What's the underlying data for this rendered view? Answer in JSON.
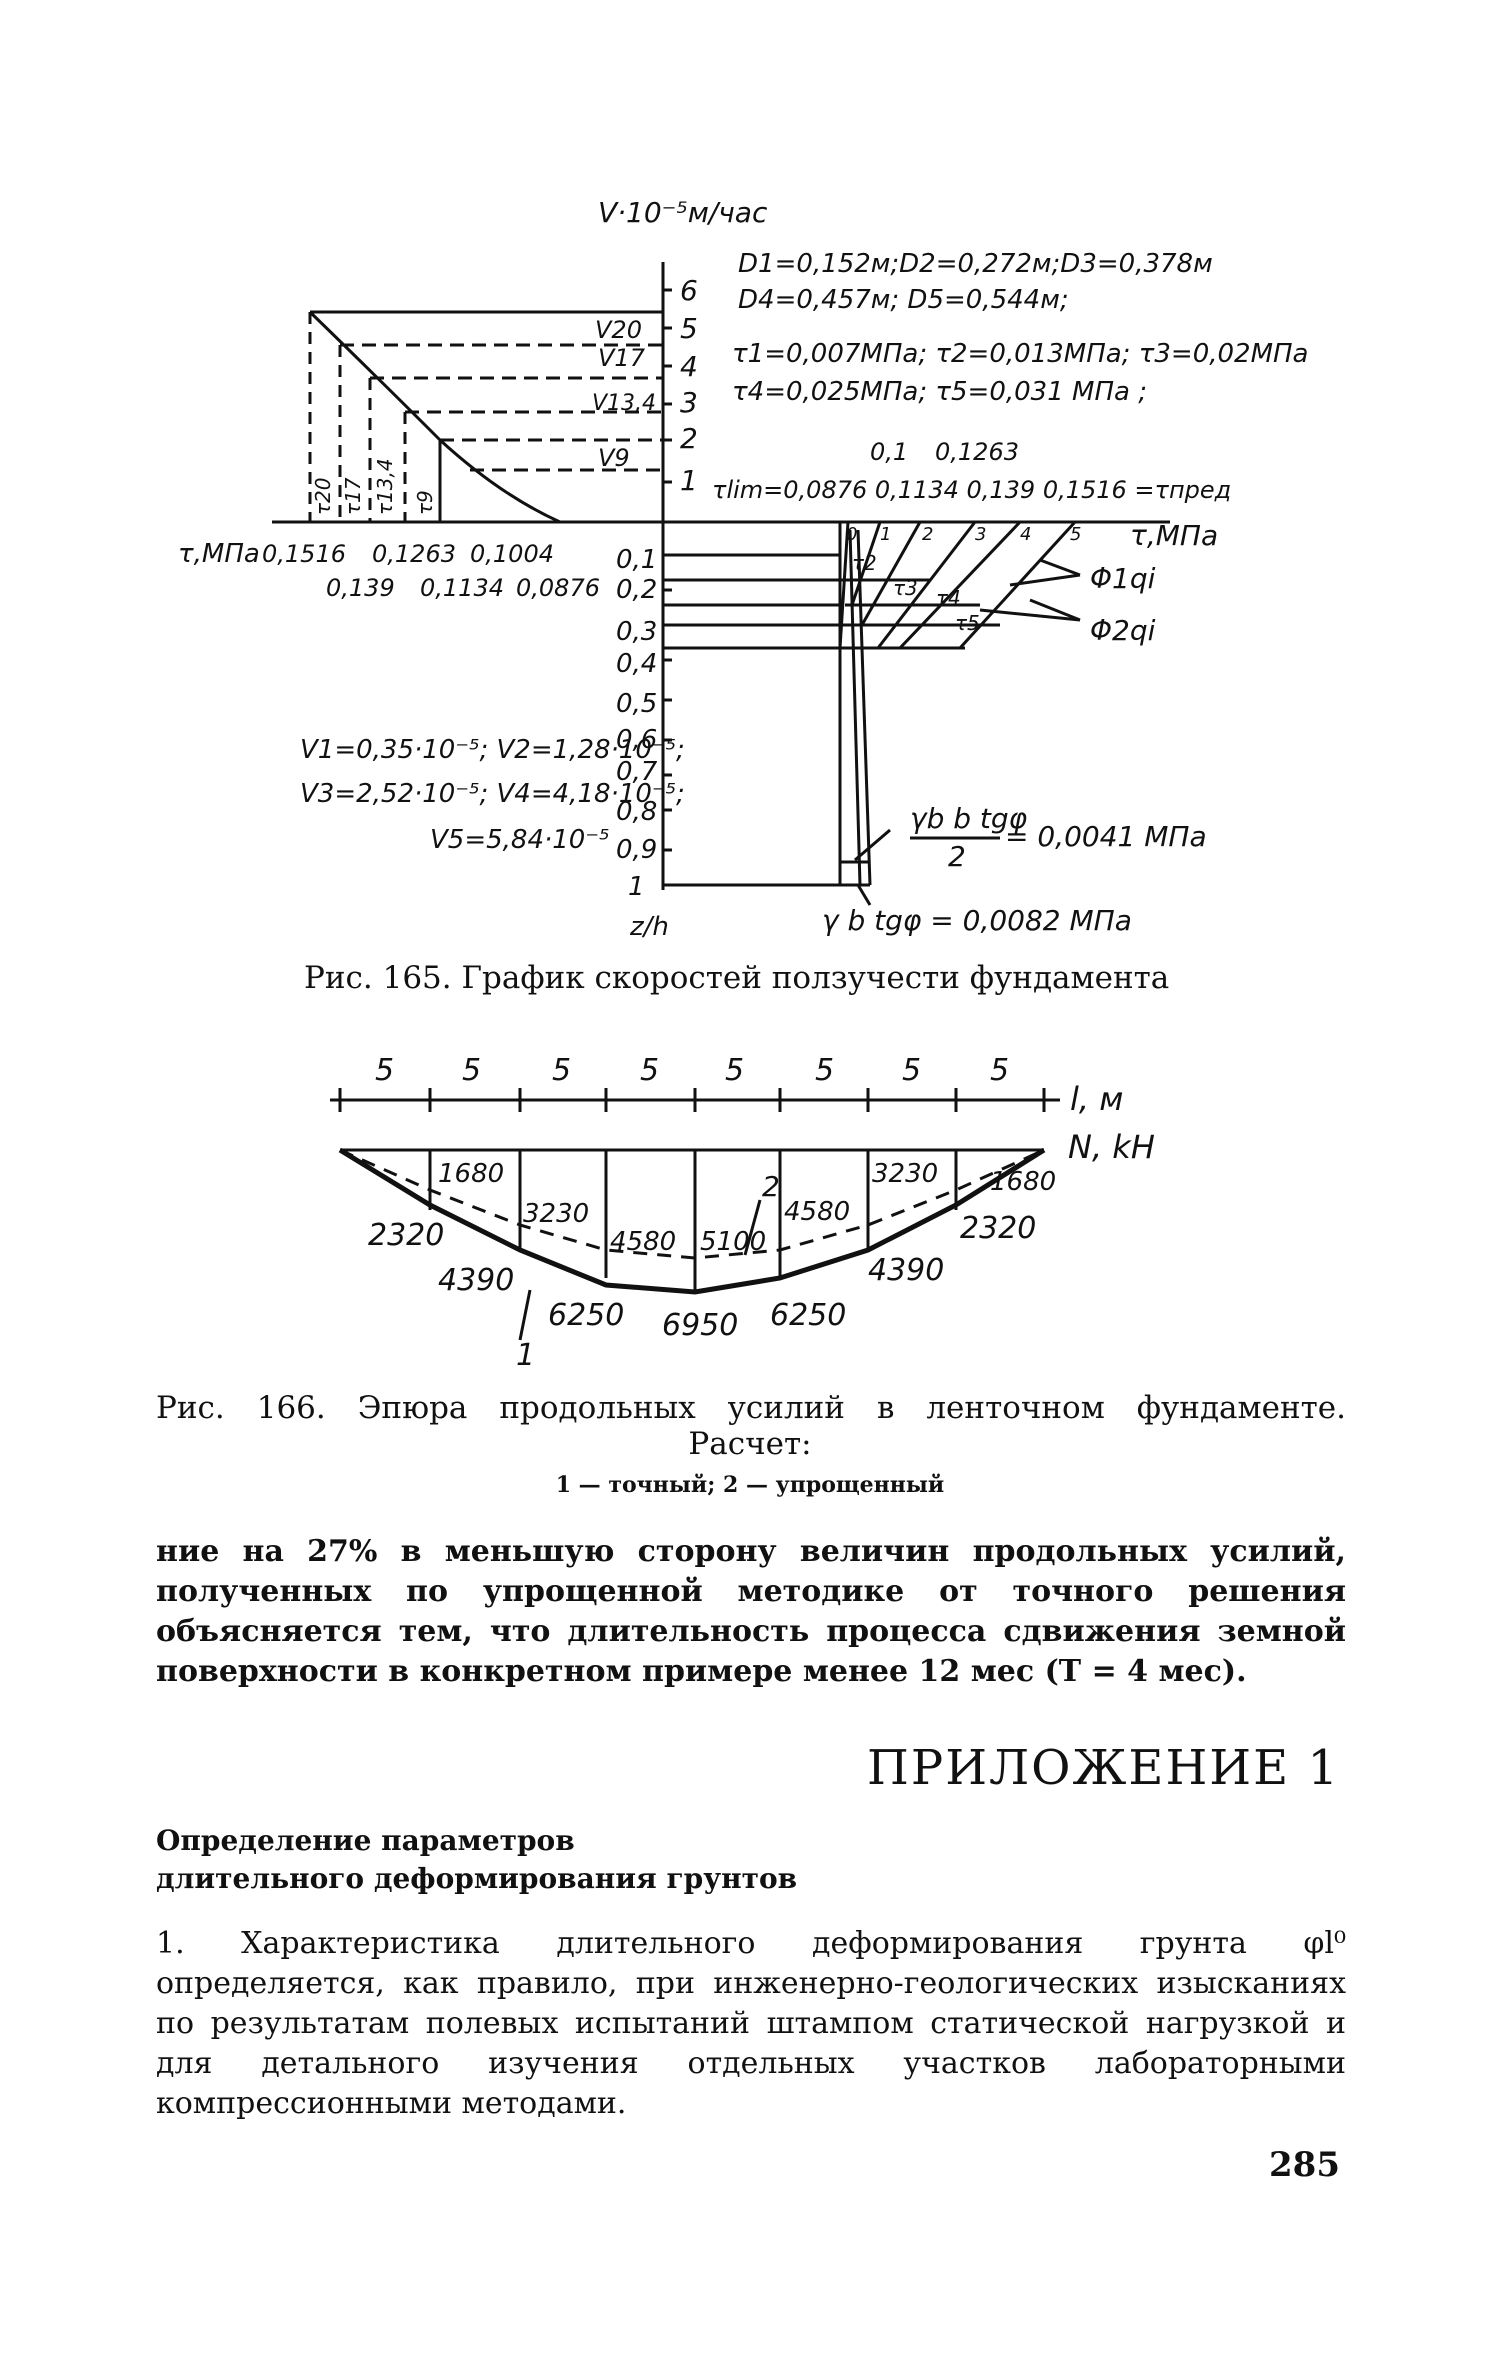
{
  "fig165": {
    "caption": "Рис. 165. График скоростей ползучести фундамента",
    "y_axis_label": "V·10⁻⁵м/час",
    "y_ticks_up": [
      "6",
      "5",
      "4",
      "3",
      "2",
      "1"
    ],
    "y_ticks_down": [
      "0,1",
      "0,2",
      "0,3",
      "0,4",
      "0,5",
      "0,6",
      "0,7",
      "0,8",
      "0,9",
      "1"
    ],
    "z_label": "z/h",
    "left_axis_label": "τ,МПа",
    "left_ticks_top": [
      "0,1516",
      "0,1263",
      "0,1004"
    ],
    "left_ticks_bottom": [
      "0,139",
      "0,1134",
      "0,0876"
    ],
    "v_labels": [
      "V20",
      "V17",
      "V13,4",
      "V9"
    ],
    "tau_labels": [
      "τ20",
      "τ17",
      "τ13,4",
      "τ9"
    ],
    "notes": [
      "D1=0,152м;D2=0,272м;D3=0,378м",
      "D4=0,457м; D5=0,544м;",
      "τ1=0,007МПа; τ2=0,013МПа; τ3=0,02МПа",
      "τ4=0,025МПа; τ5=0,031 МПа ;"
    ],
    "right_ticks_top": [
      "0,1",
      "0,1263"
    ],
    "right_ticks_bottom": "τlim=0,0876 0,1134 0,139 0,1516 =τпред",
    "right_axis_label": "τ,МПа",
    "right_small": [
      "0",
      "1",
      "2",
      "3",
      "4",
      "5"
    ],
    "right_tau_labels": [
      "τ2",
      "τ3",
      "τ4",
      "τ5"
    ],
    "phi1": "Φ1qi",
    "phi2": "Φ2qi",
    "v_values": [
      "V1=0,35·10⁻⁵; V2=1,28·10⁻⁵;",
      "V3=2,52·10⁻⁵; V4=4,18·10⁻⁵;",
      "V5=5,84·10⁻⁵"
    ],
    "formula1_num": "γb b tgφ",
    "formula1_den": "2",
    "formula1_res": "= 0,0041 МПа",
    "formula2": "γ b tgφ = 0,0082 МПа"
  },
  "fig166": {
    "caption_line1": "Рис. 166. Эпюра продольных усилий в ленточном фундаменте.",
    "caption_line2": "Расчет:",
    "caption_line3": "1 — точный; 2 — упрощенный",
    "spans": [
      "5",
      "5",
      "5",
      "5",
      "5",
      "5",
      "5",
      "5"
    ],
    "axis_l": "l, м",
    "axis_n": "N, kH",
    "curve_labels": {
      "n1680_left": "1680",
      "n3230_left": "3230",
      "n4580_left": "4580",
      "n5100": "5100",
      "n4580_right": "4580",
      "n3230_right": "3230",
      "n1680_right": "1680",
      "n2320_left": "2320",
      "n4390_left": "4390",
      "n6250_left": "6250",
      "n6950": "6950",
      "n6250_right": "6250",
      "n4390_right": "4390",
      "n2320_right": "2320",
      "curve2": "2",
      "curve1": "1"
    }
  },
  "text": {
    "paragraph1": "ние на 27% в меньшую сторону величин продольных усилий, полученных по упрощенной методике от точного решения объясняется тем, что длительность процесса сдвижения земной поверхности в конкретном примере менее 12 мес (T = 4 мес).",
    "appendix_title": "ПРИЛОЖЕНИЕ 1",
    "subhead_line1": "Определение параметров",
    "subhead_line2": "длительного деформирования грунтов",
    "paragraph2": "1. Характеристика длительного деформирования грунта φl⁰ определяется, как правило, при инженерно-геологических изысканиях по результатам полевых испытаний штампом статической нагрузкой и для детального изучения отдельных участков лабораторными компрессионными методами.",
    "page_number": "285"
  }
}
